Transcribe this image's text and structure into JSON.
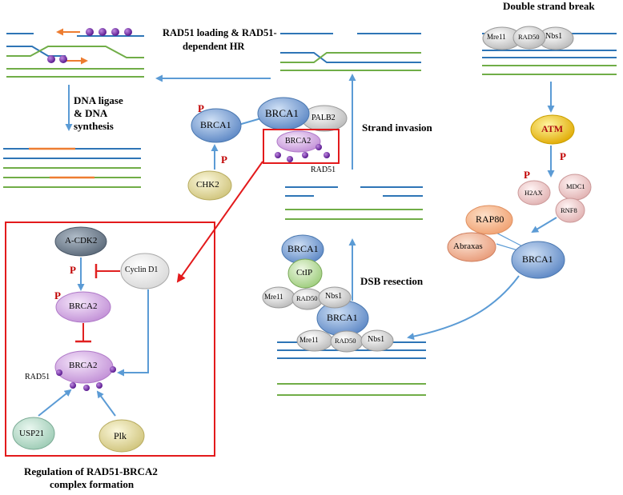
{
  "titles": {
    "dsb": "Double strand break",
    "rad51_loading": "RAD51 loading & RAD51-",
    "rad51_loading_2": "dependent HR",
    "ligase_1": "DNA ligase",
    "ligase_2": "& DNA",
    "ligase_3": "synthesis",
    "strand_invasion": "Strand invasion",
    "dsb_resection": "DSB resection",
    "regulation_1": "Regulation of RAD51-BRCA2",
    "regulation_2": "complex formation"
  },
  "nodes": {
    "mre11": "Mre11",
    "rad50": "RAD50",
    "nbs1": "Nbs1",
    "atm": "ATM",
    "h2ax": "H2AX",
    "mdc1": "MDC1",
    "rnf8": "RNF8",
    "rap80": "RAP80",
    "abraxas": "Abraxas",
    "brca1": "BRCA1",
    "ctip": "CtIP",
    "palb2": "PALB2",
    "brca2": "BRCA2",
    "rad51": "RAD51",
    "chk2": "CHK2",
    "acdk2": "A-CDK2",
    "cyclind1": "Cyclin D1",
    "usp21": "USP21",
    "plk": "Plk",
    "phospho": "P"
  },
  "colors": {
    "arrow": "#5b9bd5",
    "inhibit": "#e02020",
    "dna_blue": "#2e75b6",
    "dna_green": "#70ad47",
    "dna_orange": "#ed7d31",
    "rad51_dot": "#7030a0",
    "box_red": "#e31a1c"
  }
}
